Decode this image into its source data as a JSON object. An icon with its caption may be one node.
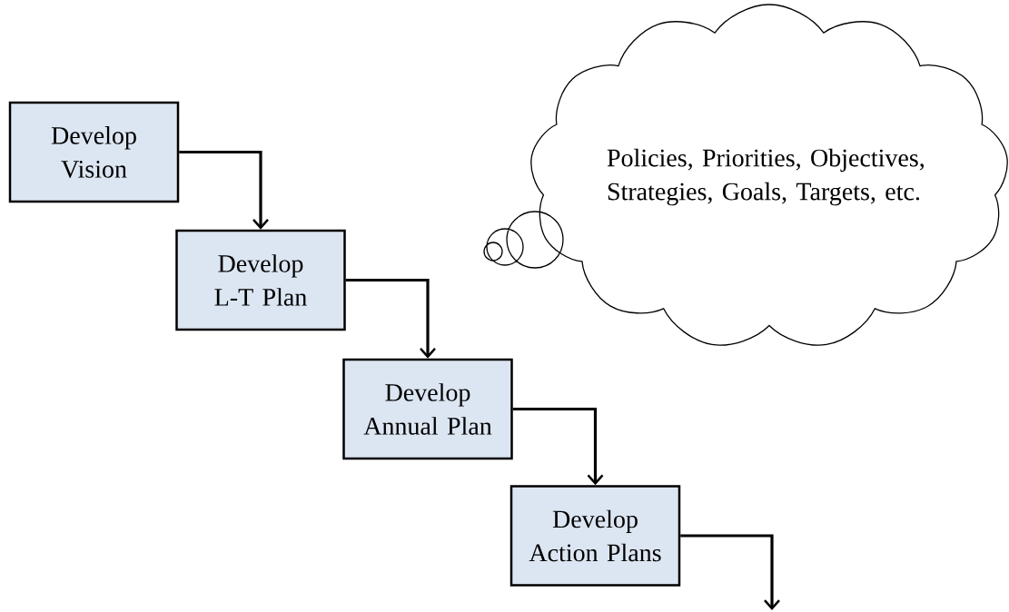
{
  "diagram": {
    "nodes": [
      {
        "text": [
          "Develop Vision"
        ]
      },
      {
        "text": [
          "Develop L-T Plan"
        ]
      },
      {
        "text": [
          "Develop Annual Plan"
        ]
      },
      {
        "text": [
          "Develop Action Plans"
        ]
      },
      {
        "text": [
          "Policies, Priorities, Objectives, Strategies, Goals, Targets, etc."
        ]
      }
    ],
    "edges": [
      {
        "from": 0,
        "to": 1,
        "arrow": "to"
      },
      {
        "from": 1,
        "to": 2,
        "arrow": "to"
      },
      {
        "from": 2,
        "to": 3,
        "arrow": "to"
      },
      {
        "from": 3,
        "to": null,
        "arrow": "to"
      }
    ]
  }
}
